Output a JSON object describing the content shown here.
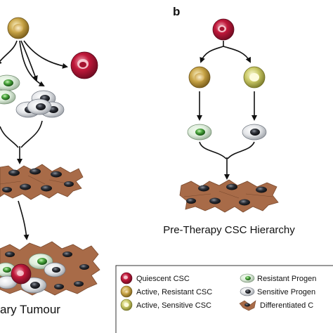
{
  "panel_b_label": "b",
  "left_caption": "ary Tumour",
  "right_caption": "Pre-Therapy CSC Hierarchy",
  "legend": {
    "items": [
      {
        "label": "Quiescent CSC",
        "icon": "quiescent-csc-icon"
      },
      {
        "label": "Active, Resistant CSC",
        "icon": "active-resistant-csc-icon"
      },
      {
        "label": "Active, Sensitive CSC",
        "icon": "active-sensitive-csc-icon"
      },
      {
        "label": "Resistant Progen",
        "icon": "resistant-progenitor-icon"
      },
      {
        "label": "Sensitive Progen",
        "icon": "sensitive-progenitor-icon"
      },
      {
        "label": "Differentiated C",
        "icon": "differentiated-cell-icon"
      }
    ]
  },
  "colors": {
    "quiescent": "#c0183a",
    "active_resistant": "#c8a446",
    "active_sensitive": "#c9c866",
    "resistant_progenitor": "#4aa63d",
    "sensitive_progenitor": "#9aa0a8",
    "differentiated_tissue": "#a86b48",
    "nucleus": "#2e3138",
    "arrow": "#111111"
  }
}
